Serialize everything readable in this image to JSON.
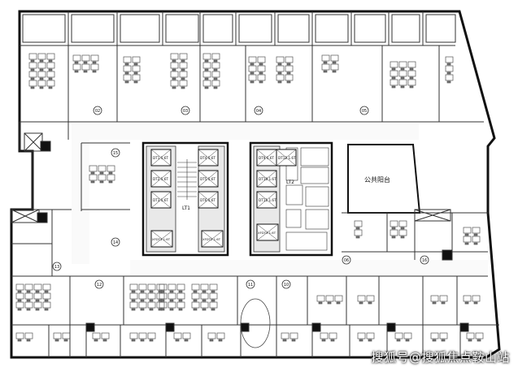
{
  "colors": {
    "wall": "#111111",
    "line": "#333333",
    "furniture": "#555555",
    "shaft": "#e9e9e9",
    "corridor": "#fafafa"
  },
  "labels": {
    "public_terrace": "公共阳台",
    "lt1": "LT1",
    "lt2": "LT2",
    "watermark": "搜狐号@搜狐焦点鞍山站"
  },
  "elevators": {
    "left": [
      "DT1 1.6T",
      "DT2 1.6T",
      "DT3 1.6T",
      "DT4 1.6T",
      "DT5 1.6T",
      "DT6 1.6T"
    ],
    "left_fire": [
      "XFDT1 1.6T",
      "XFDT2 1.6T"
    ],
    "right": [
      "DT9 1.6T",
      "DT10 1.6T",
      "DT11 1.6T",
      "DT12 1.6T"
    ],
    "right_fire": [
      "XFDT4 1.6T"
    ]
  },
  "markers": [
    "02",
    "03",
    "04",
    "05",
    "06",
    "10",
    "11",
    "12",
    "13",
    "14",
    "15",
    "16"
  ]
}
